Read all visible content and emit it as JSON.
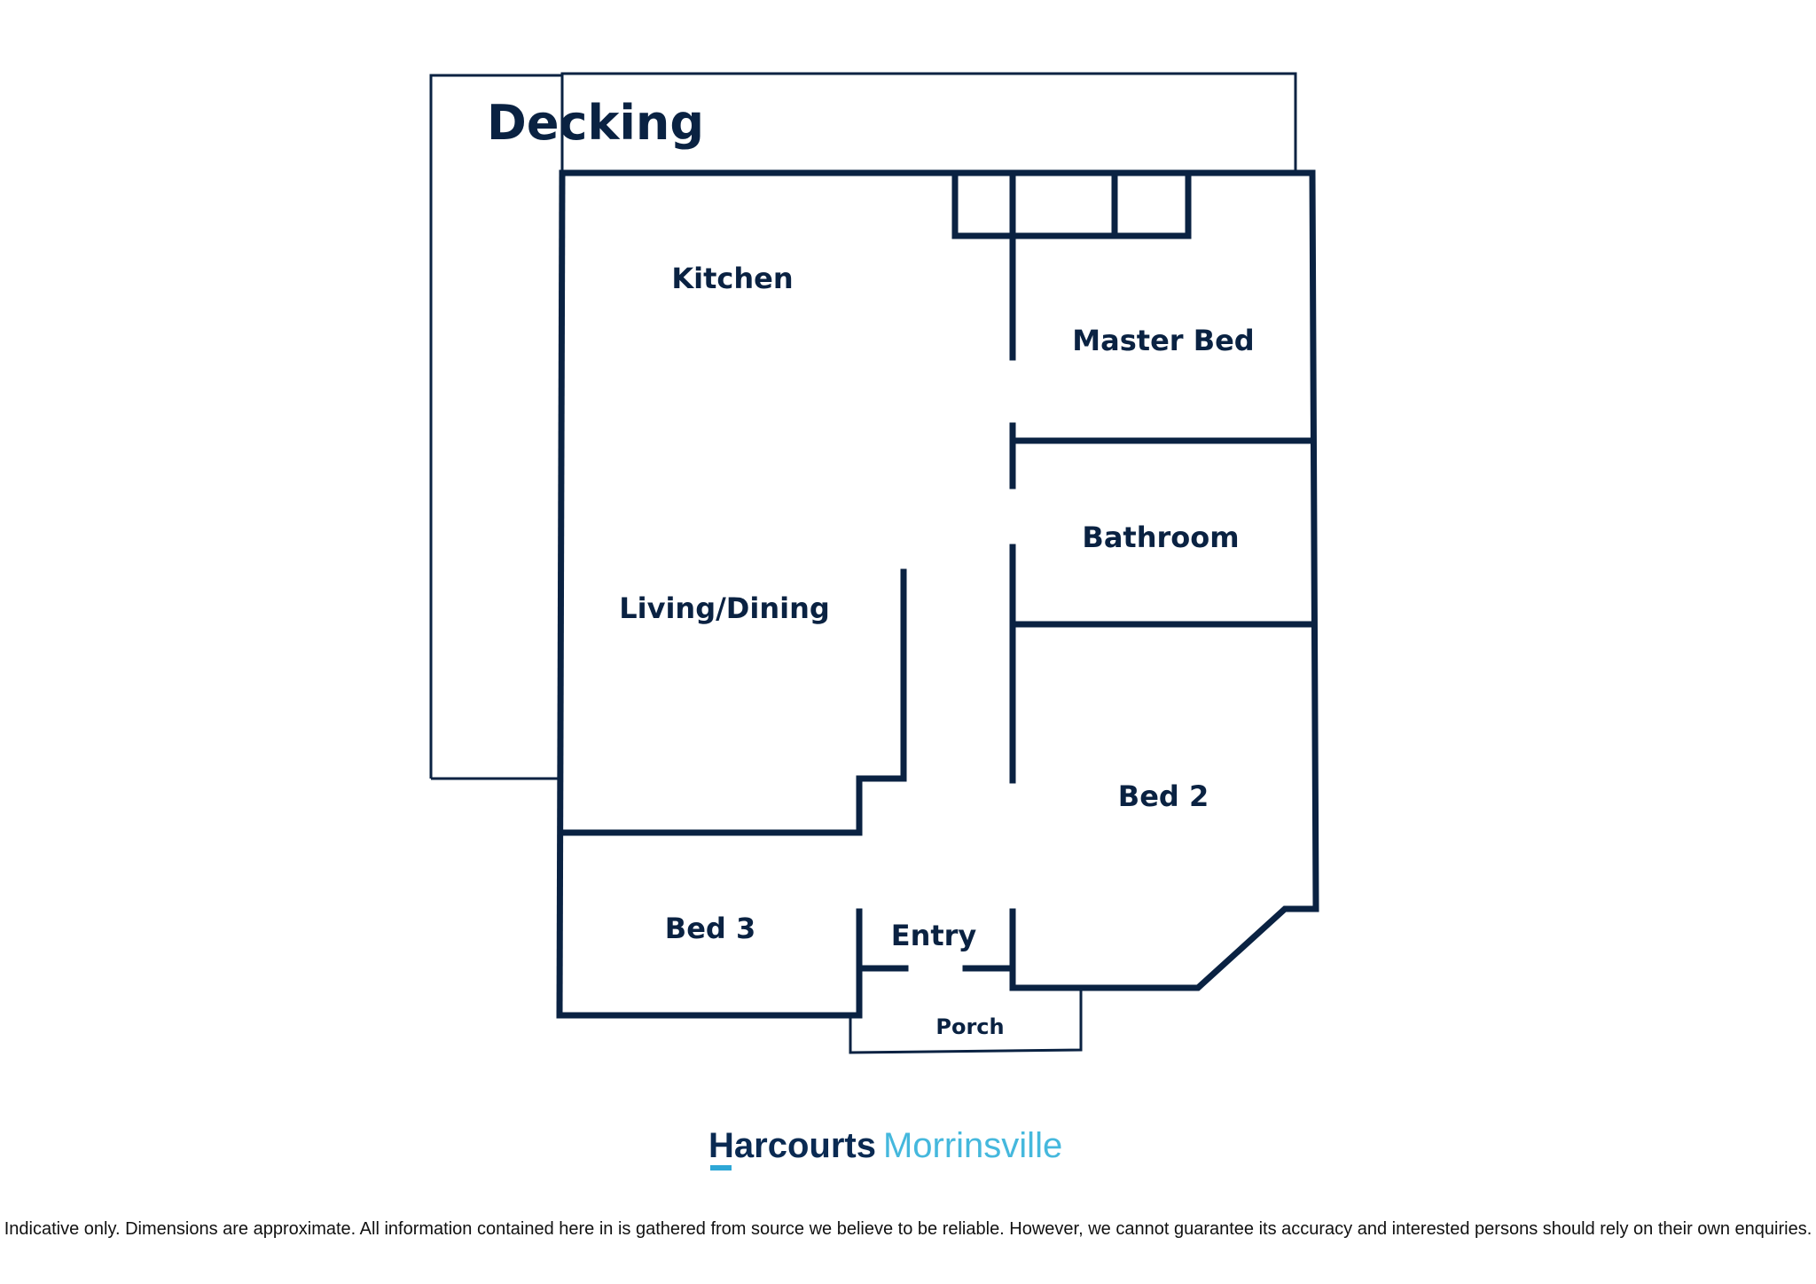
{
  "rooms": {
    "decking": "Decking",
    "kitchen": "Kitchen",
    "master_bed": "Master Bed",
    "bathroom": "Bathroom",
    "living_dining": "Living/Dining",
    "bed2": "Bed 2",
    "bed3": "Bed 3",
    "entry": "Entry",
    "porch": "Porch"
  },
  "branding": {
    "name": "Harcourts",
    "office": "Morrinsville"
  },
  "disclaimer": "Indicative only. Dimensions are approximate. All information contained here in is gathered from source we believe to be reliable. However, we cannot guarantee its accuracy and interested persons should rely on their own enquiries.",
  "colors": {
    "wall": "#0a2242",
    "brand_dark": "#0a2a52",
    "brand_accent": "#45b8dd"
  }
}
